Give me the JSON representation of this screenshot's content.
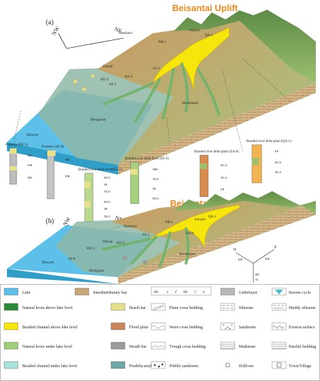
{
  "figure": {
    "title_a": "Beisantai Uplift",
    "title_b": "Beisantai Uplift",
    "panel_a": "(a)",
    "panel_b": "(b)",
    "dir_nw": "NW",
    "dir_ne": "NE",
    "compass": {
      "n": "N",
      "s": "S",
      "km1": "km",
      "km2": "km",
      "scale_a": "80",
      "scale_b": "m"
    }
  },
  "places_a": [
    "Zhaoyan",
    "Jiaoyan",
    "Deyuqi",
    "Dushanzi",
    "Shixianqiao",
    "Zhongyuan"
  ],
  "wells_a": [
    "HU-3",
    "KU-5",
    "AF-3",
    "SZ-2",
    "NB-1",
    "QA-1"
  ],
  "places_b": [
    "Zhaoyan",
    "Jiaoyan",
    "Deyuqi",
    "Dushanzi",
    "Shixianqiao",
    "Zhongyuan"
  ],
  "wells_b": [
    "HU-3",
    "KU-5",
    "AF-8",
    "SZ-2",
    "NB-1",
    "ZA-8",
    "QA-1"
  ],
  "logs": [
    {
      "title": "Prodelta (HU 3)",
      "facies": [
        "BB",
        "PM",
        "BB"
      ]
    },
    {
      "title": "Prodelta (AF-8)",
      "facies": [
        "BB",
        "PM"
      ]
    },
    {
      "title": "Braided river delta front(KU-5)",
      "facies": [
        "BCU",
        "IB",
        "NLU",
        "BCU",
        "IB",
        "NLU"
      ]
    },
    {
      "title": "Braided river delta front (SZ-2)",
      "facies": [
        "MB",
        "NLU",
        "IB",
        "BCU"
      ]
    },
    {
      "title": "Braided river delta plain (ZA-8)",
      "facies": [
        "BCA",
        "NLA",
        "FP"
      ]
    },
    {
      "title": "Braided river delta plain (QA-1)",
      "facies": [
        "FP",
        "BCA",
        "NLA"
      ]
    }
  ],
  "legend": {
    "col1": [
      "Lake",
      "Natural levee above lake level",
      "Braided channel above lake level",
      "Natural levee under lake level",
      "Braided channel under lake level"
    ],
    "col2": [
      "Interdistributary bay",
      "Beach bar",
      "Flood plain",
      "Mouth bar",
      "Prodelta mud"
    ],
    "col3": [
      "Plane cross bedding",
      "Wave cross bedding",
      "Trough cross bedding",
      "Pebbly sandstone"
    ],
    "col4": [
      "Underlayer",
      "Siltstone",
      "Sandstone",
      "Mudstone",
      "Drillcore"
    ],
    "col5": [
      "Inverse cycle",
      "Muddy siltstone",
      "Erosion surface",
      "Parallel bedding",
      "Town/Village"
    ],
    "grain_header": [
      "Ms",
      "S",
      "F",
      "Ms",
      "C",
      "G"
    ]
  },
  "colors": {
    "lake": "#5cc0e8",
    "bay": "#c9a677",
    "levee_above": "#2e8b3a",
    "channel_above": "#f6e60c",
    "levee_under": "#9fcf7a",
    "channel_under": "#a9e0d8",
    "beach_bar": "#e6e08a",
    "flood_plain": "#c9895a",
    "mouth_bar": "#9a9a9a",
    "prodelta": "#6fa6a6",
    "title": "#f08a1c"
  }
}
